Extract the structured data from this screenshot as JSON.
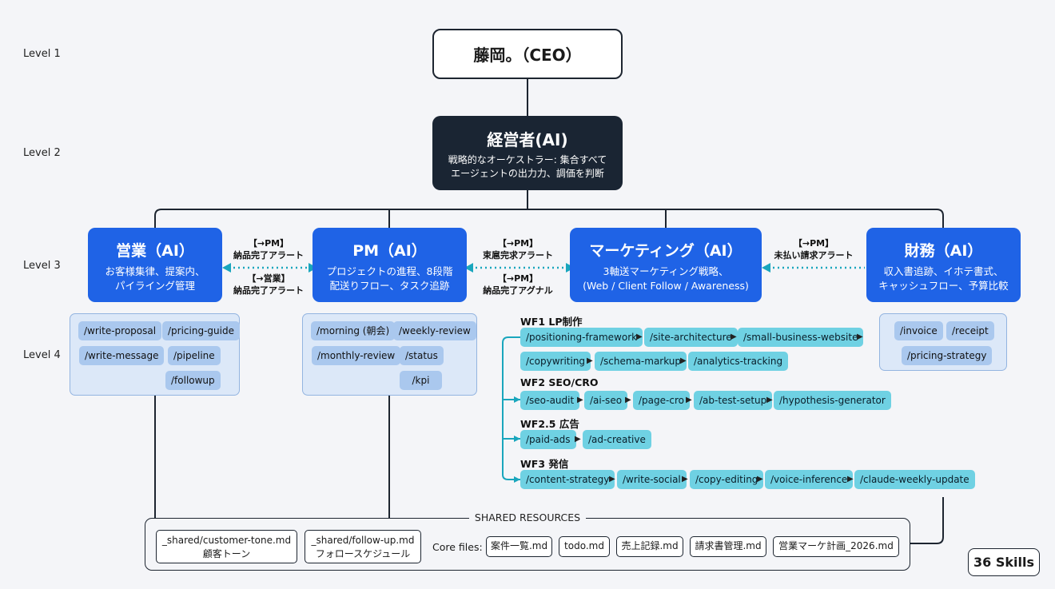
{
  "levels": [
    "Level 1",
    "Level 2",
    "Level 3",
    "Level 4"
  ],
  "ceo": {
    "label": "藤岡。（CEO）"
  },
  "exec": {
    "title": "経営者(AI)",
    "line1": "戦略的なオーケストラー: 集合すべて",
    "line2": "エージェントの出力力、調価を判断"
  },
  "depts": {
    "sales": {
      "title": "営業（AI）",
      "line1": "お客様集律、提案内、",
      "line2": "パイライング管理"
    },
    "pm": {
      "title": "PM（AI）",
      "line1": "プロジェクトの進程、8段階",
      "line2": "配送りフロー、タスク追跡"
    },
    "marketing": {
      "title": "マーケティング（AI）",
      "line1": "3軸送マーケティング戦略、",
      "line2": "(Web / Client Follow / Awareness)"
    },
    "finance": {
      "title": "財務（AI）",
      "line1": "収入書追跡、イホテ書式、",
      "line2": "キャッシュフロー、予算比較"
    }
  },
  "alerts": {
    "sales_pm_top": [
      "【→PM】",
      "納品完了アラート"
    ],
    "sales_pm_bottom": [
      "【→営業】",
      "納品完了アラート"
    ],
    "pm_mkt_top": [
      "【→PM】",
      "束扈完求アラート"
    ],
    "pm_mkt_bottom": [
      "【→PM】",
      "納品完了アグナル"
    ],
    "mkt_fin": [
      "【→PM】",
      "未払い請求アラート"
    ]
  },
  "skills_sales": [
    "/write-proposal",
    "/pricing-guide",
    "/write-message",
    "/pipeline",
    "/followup"
  ],
  "skills_pm": [
    "/morning (朝会)",
    "/weekly-review",
    "/monthly-review",
    "/status",
    "/kpi"
  ],
  "skills_finance": [
    "/invoice",
    "/receipt",
    "/pricing-strategy"
  ],
  "workflows": [
    {
      "name": "WF1 LP制作",
      "rows": [
        [
          "/positioning-framework",
          "/site-architecture",
          "/small-business-website"
        ],
        [
          "/copywriting",
          "/schema-markup",
          "/analytics-tracking"
        ]
      ]
    },
    {
      "name": "WF2 SEO/CRO",
      "rows": [
        [
          "/seo-audit",
          "/ai-seo",
          "/page-cro",
          "/ab-test-setup",
          "/hypothesis-generator"
        ]
      ]
    },
    {
      "name": "WF2.5 広告",
      "rows": [
        [
          "/paid-ads",
          "/ad-creative"
        ]
      ]
    },
    {
      "name": "WF3 発信",
      "rows": [
        [
          "/content-strategy",
          "/write-social",
          "/copy-editing",
          "/voice-inference",
          "/claude-weekly-update"
        ]
      ]
    }
  ],
  "shared": {
    "title": "SHARED RESOURCES",
    "tone_file": "_shared/customer-tone.md",
    "tone_label": "顧客トーン",
    "follow_file": "_shared/follow-up.md",
    "follow_label": "フォロースケジュール",
    "core_label": "Core files:",
    "core_files": [
      "案件一覧.md",
      "todo.md",
      "売上記録.md",
      "請求書管理.md",
      "営業マーケ計画_2026.md"
    ]
  },
  "badge": "36 Skills"
}
